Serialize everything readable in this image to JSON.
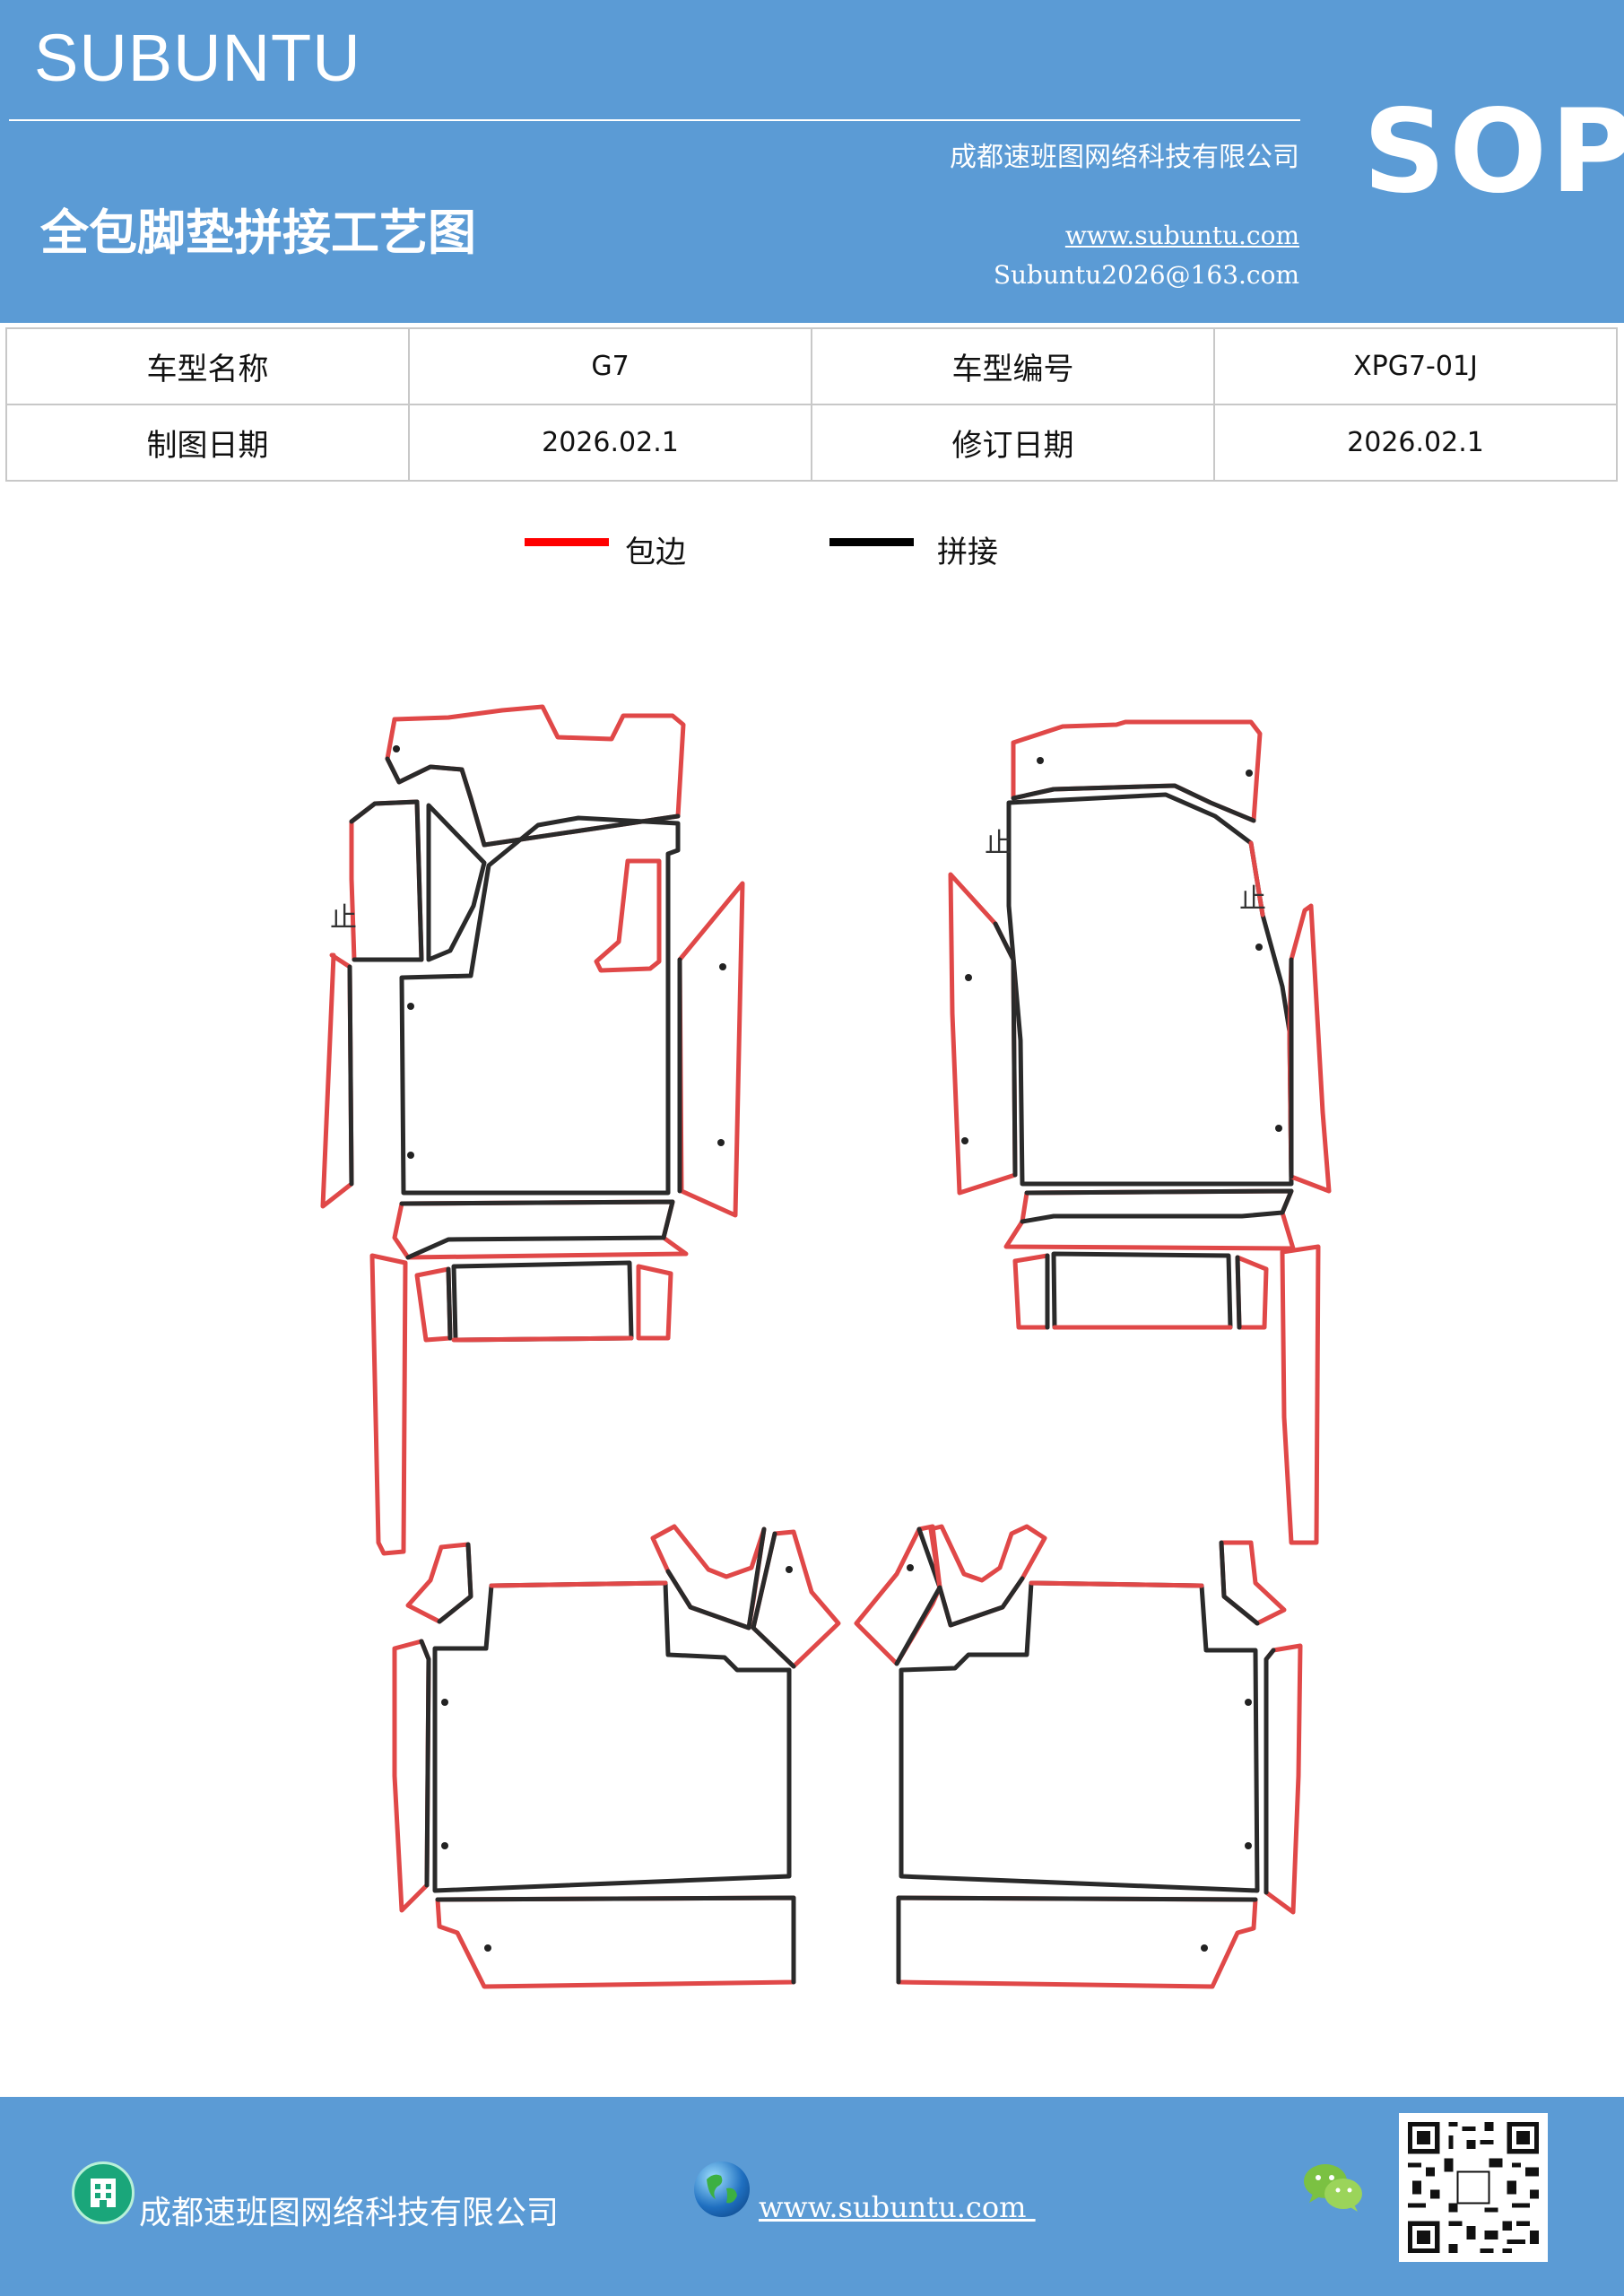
{
  "header": {
    "brand": "SUBUNTU",
    "sop": "SOP",
    "company": "成都速班图网络科技有限公司",
    "title": "全包脚垫拼接工艺图",
    "website": "www.subuntu.com",
    "email": "Subuntu2026@163.com"
  },
  "info_table": {
    "row1": {
      "label1": "车型名称",
      "value1": "G7",
      "label2": "车型编号",
      "value2": "XPG7-01J"
    },
    "row2": {
      "label1": "制图日期",
      "value1": "2026.02.1",
      "label2": "修订日期",
      "value2": "2026.02.1"
    }
  },
  "legend": {
    "items": [
      {
        "label": "包边",
        "color": "#ff0000"
      },
      {
        "label": "拼接",
        "color": "#000000"
      }
    ]
  },
  "diagram": {
    "stop_marks": [
      "止",
      "止",
      "止"
    ],
    "edge_color": "#e04848",
    "seam_color": "#2a2a2a"
  },
  "footer": {
    "company": "成都速班图网络科技有限公司",
    "website": "www.subuntu.com ",
    "icons": [
      "building-icon",
      "globe-icon",
      "wechat-icon",
      "qr-code"
    ]
  }
}
